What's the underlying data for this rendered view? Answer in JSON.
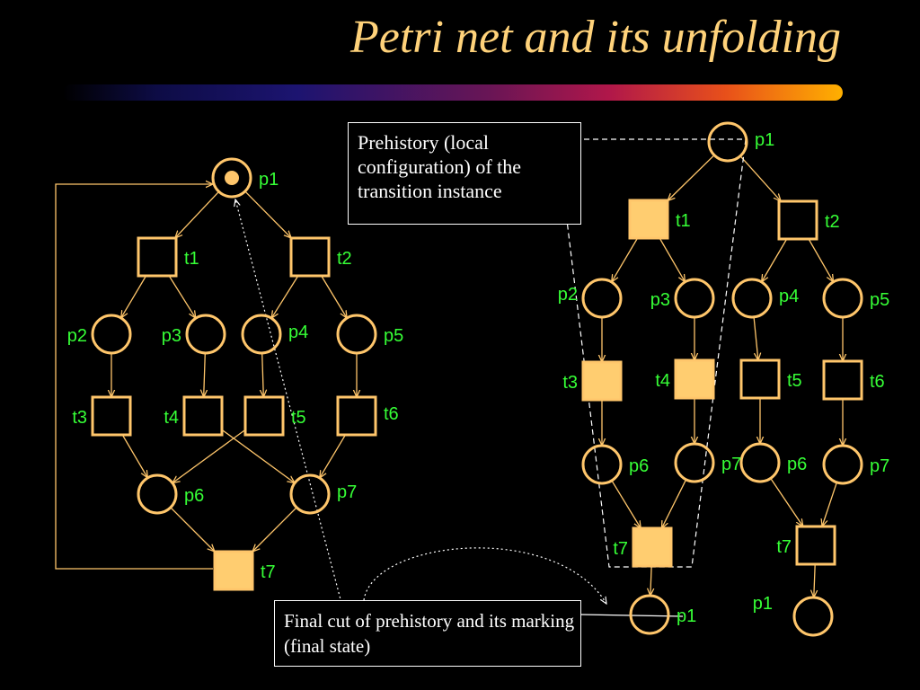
{
  "slide": {
    "title": "Petri net and its unfolding",
    "colors": {
      "node": "#ffc66b",
      "fired": "#ffcd70",
      "label": "#36ff36",
      "title": "#ffd27a"
    }
  },
  "callouts": {
    "prehistory": "Prehistory (local configuration) of the transition instance",
    "final_cut": "Final cut of prehistory and its marking (final state)"
  },
  "petri_net": {
    "places": [
      {
        "id": "pn-p1",
        "label": "p1",
        "marked": true
      },
      {
        "id": "pn-p2",
        "label": "p2"
      },
      {
        "id": "pn-p3",
        "label": "p3"
      },
      {
        "id": "pn-p4",
        "label": "p4"
      },
      {
        "id": "pn-p5",
        "label": "p5"
      },
      {
        "id": "pn-p6",
        "label": "p6"
      },
      {
        "id": "pn-p7",
        "label": "p7"
      }
    ],
    "transitions": [
      {
        "id": "pn-t1",
        "label": "t1"
      },
      {
        "id": "pn-t2",
        "label": "t2"
      },
      {
        "id": "pn-t3",
        "label": "t3"
      },
      {
        "id": "pn-t4",
        "label": "t4"
      },
      {
        "id": "pn-t5",
        "label": "t5"
      },
      {
        "id": "pn-t6",
        "label": "t6"
      },
      {
        "id": "pn-t7",
        "label": "t7",
        "highlighted": true
      }
    ],
    "arcs": [
      [
        "pn-p1",
        "pn-t1"
      ],
      [
        "pn-p1",
        "pn-t2"
      ],
      [
        "pn-t1",
        "pn-p2"
      ],
      [
        "pn-t1",
        "pn-p3"
      ],
      [
        "pn-t2",
        "pn-p4"
      ],
      [
        "pn-t2",
        "pn-p5"
      ],
      [
        "pn-p2",
        "pn-t3"
      ],
      [
        "pn-p3",
        "pn-t4"
      ],
      [
        "pn-p4",
        "pn-t5"
      ],
      [
        "pn-p5",
        "pn-t6"
      ],
      [
        "pn-t3",
        "pn-p6"
      ],
      [
        "pn-t4",
        "pn-p7"
      ],
      [
        "pn-t5",
        "pn-p6"
      ],
      [
        "pn-t6",
        "pn-p7"
      ],
      [
        "pn-p6",
        "pn-t7"
      ],
      [
        "pn-p7",
        "pn-t7"
      ],
      [
        "pn-t7",
        "pn-p1"
      ]
    ]
  },
  "unfolding": {
    "places": [
      {
        "id": "u-p1",
        "label": "p1"
      },
      {
        "id": "u-p2",
        "label": "p2"
      },
      {
        "id": "u-p3",
        "label": "p3"
      },
      {
        "id": "u-p4",
        "label": "p4"
      },
      {
        "id": "u-p5",
        "label": "p5"
      },
      {
        "id": "u-p6a",
        "label": "p6"
      },
      {
        "id": "u-p7a",
        "label": "p7"
      },
      {
        "id": "u-p6b",
        "label": "p6"
      },
      {
        "id": "u-p7b",
        "label": "p7"
      },
      {
        "id": "u-p1a",
        "label": "p1"
      },
      {
        "id": "u-p1b",
        "label": "p1"
      }
    ],
    "transitions": [
      {
        "id": "u-t1",
        "label": "t1",
        "highlighted": true
      },
      {
        "id": "u-t2",
        "label": "t2"
      },
      {
        "id": "u-t3",
        "label": "t3",
        "highlighted": true
      },
      {
        "id": "u-t4",
        "label": "t4",
        "highlighted": true
      },
      {
        "id": "u-t5",
        "label": "t5"
      },
      {
        "id": "u-t6",
        "label": "t6"
      },
      {
        "id": "u-t7a",
        "label": "t7",
        "highlighted": true
      },
      {
        "id": "u-t7b",
        "label": "t7"
      }
    ],
    "arcs": [
      [
        "u-p1",
        "u-t1"
      ],
      [
        "u-p1",
        "u-t2"
      ],
      [
        "u-t1",
        "u-p2"
      ],
      [
        "u-t1",
        "u-p3"
      ],
      [
        "u-t2",
        "u-p4"
      ],
      [
        "u-t2",
        "u-p5"
      ],
      [
        "u-p2",
        "u-t3"
      ],
      [
        "u-p3",
        "u-t4"
      ],
      [
        "u-p4",
        "u-t5"
      ],
      [
        "u-p5",
        "u-t6"
      ],
      [
        "u-t3",
        "u-p6a"
      ],
      [
        "u-t4",
        "u-p7a"
      ],
      [
        "u-t5",
        "u-p6b"
      ],
      [
        "u-t6",
        "u-p7b"
      ],
      [
        "u-p6a",
        "u-t7a"
      ],
      [
        "u-p7a",
        "u-t7a"
      ],
      [
        "u-p6b",
        "u-t7b"
      ],
      [
        "u-p7b",
        "u-t7b"
      ],
      [
        "u-t7a",
        "u-p1a"
      ],
      [
        "u-t7b",
        "u-p1b"
      ]
    ]
  }
}
